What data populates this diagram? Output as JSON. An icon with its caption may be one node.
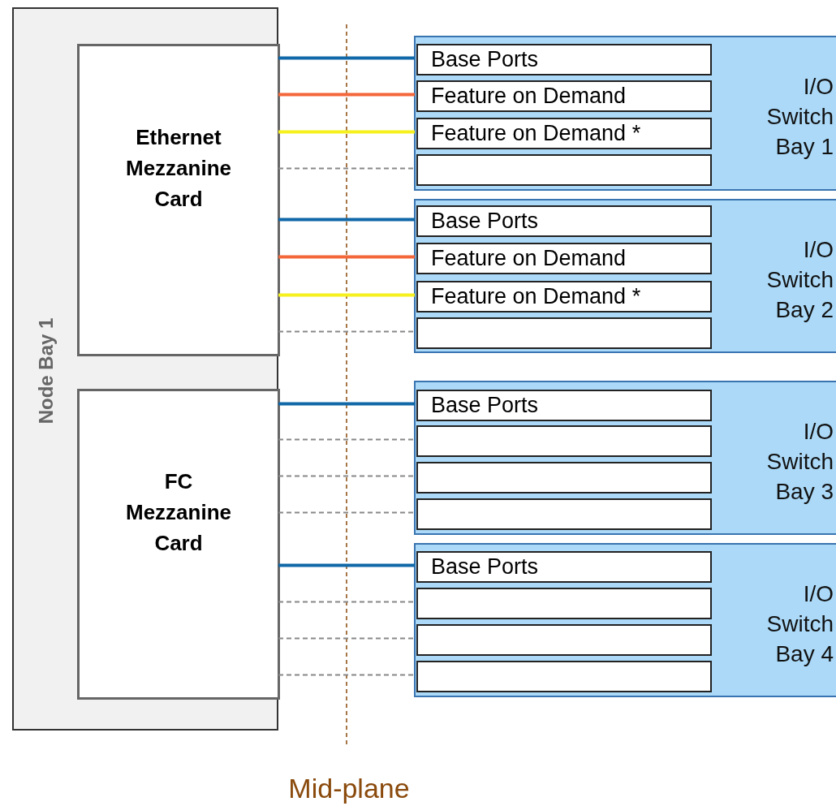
{
  "diagram": {
    "nodes": [
      {
        "text": [
          "Node Bay 1"
        ]
      },
      {
        "text": [
          "Ethernet Mezzanine Card"
        ],
        "in": 0
      },
      {
        "text": [
          "FC Mezzanine Card"
        ],
        "in": 0
      },
      {
        "text": [
          "I/O Switch Bay 1"
        ]
      },
      {
        "text": [
          "Base Ports"
        ],
        "in": 3
      },
      {
        "text": [
          "Feature on Demand"
        ],
        "in": 3
      },
      {
        "text": [
          "Feature on Demand *"
        ],
        "in": 3
      },
      {
        "text": [],
        "shape": "box",
        "in": 3
      },
      {
        "text": [
          "I/O Switch Bay 2"
        ]
      },
      {
        "text": [
          "Base Ports"
        ],
        "in": 8
      },
      {
        "text": [
          "Feature on Demand"
        ],
        "in": 8
      },
      {
        "text": [
          "Feature on Demand *"
        ],
        "in": 8
      },
      {
        "text": [],
        "shape": "box",
        "in": 8
      },
      {
        "text": [
          "I/O Switch Bay 3"
        ]
      },
      {
        "text": [
          "Base Ports"
        ],
        "in": 13
      },
      {
        "text": [],
        "shape": "box",
        "in": 13
      },
      {
        "text": [],
        "shape": "box",
        "in": 13
      },
      {
        "text": [],
        "shape": "box",
        "in": 13
      },
      {
        "text": [
          "I/O Switch Bay 4"
        ]
      },
      {
        "text": [
          "Base Ports"
        ],
        "in": 18
      },
      {
        "text": [],
        "shape": "box",
        "in": 18
      },
      {
        "text": [],
        "shape": "box",
        "in": 18
      },
      {
        "text": [],
        "shape": "box",
        "in": 18
      }
    ],
    "edges": [
      {
        "from": 1,
        "to": 4,
        "arrow": "none",
        "style": "thick",
        "color": "#1168a8"
      },
      {
        "from": 1,
        "to": 5,
        "arrow": "none",
        "style": "thick",
        "color": "#f4673a"
      },
      {
        "from": 1,
        "to": 6,
        "arrow": "none",
        "style": "thick",
        "color": "#f5f01e"
      },
      {
        "from": 1,
        "to": 7,
        "arrow": "none",
        "style": "dashed"
      },
      {
        "from": 1,
        "to": 9,
        "arrow": "none",
        "style": "thick",
        "color": "#1168a8"
      },
      {
        "from": 1,
        "to": 10,
        "arrow": "none",
        "style": "thick",
        "color": "#f4673a"
      },
      {
        "from": 1,
        "to": 11,
        "arrow": "none",
        "style": "thick",
        "color": "#f5f01e"
      },
      {
        "from": 1,
        "to": 12,
        "arrow": "none",
        "style": "dashed"
      },
      {
        "from": 2,
        "to": 14,
        "arrow": "none",
        "style": "thick",
        "color": "#1168a8"
      },
      {
        "from": 2,
        "to": 15,
        "arrow": "none",
        "style": "dashed"
      },
      {
        "from": 2,
        "to": 16,
        "arrow": "none",
        "style": "dashed"
      },
      {
        "from": 2,
        "to": 17,
        "arrow": "none",
        "style": "dashed"
      },
      {
        "from": 2,
        "to": 19,
        "arrow": "none",
        "style": "thick",
        "color": "#1168a8"
      },
      {
        "from": 2,
        "to": 20,
        "arrow": "none",
        "style": "dashed"
      },
      {
        "from": 2,
        "to": 21,
        "arrow": "none",
        "style": "dashed"
      },
      {
        "from": 2,
        "to": 22,
        "arrow": "none",
        "style": "dashed"
      }
    ],
    "labels": [
      "Mid-plane"
    ]
  }
}
